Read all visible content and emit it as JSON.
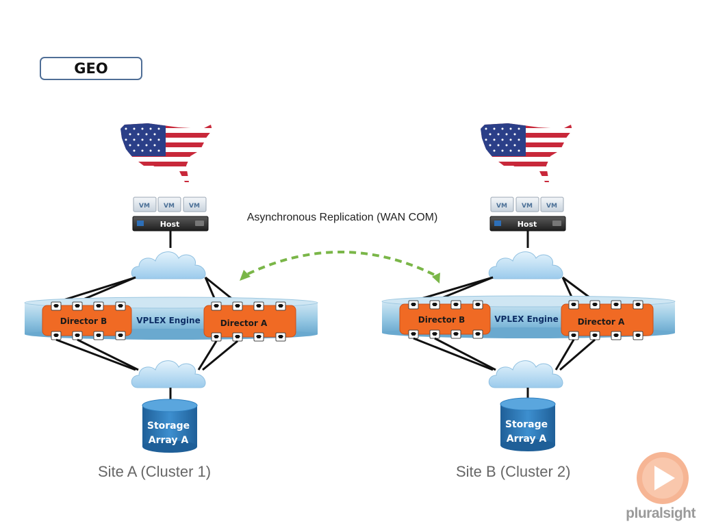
{
  "slide": {
    "title": "GEO",
    "replication_label": "Asynchronous Replication (WAN COM)",
    "brand": "pluralsight"
  },
  "sites": [
    {
      "label": "Site A (Cluster 1)",
      "vm_labels": [
        "VM",
        "VM",
        "VM"
      ],
      "host_label": "Host",
      "director_left": "Director B",
      "director_right": "Director A",
      "engine_label": "VPLEX Engine",
      "storage_line1": "Storage",
      "storage_line2": "Array A"
    },
    {
      "label": "Site B (Cluster 2)",
      "vm_labels": [
        "VM",
        "VM",
        "VM"
      ],
      "host_label": "Host",
      "director_left": "Director B",
      "director_right": "Director A",
      "engine_label": "VPLEX Engine",
      "storage_line1": "Storage",
      "storage_line2": "Array A"
    }
  ],
  "colors": {
    "director": "#f06a24",
    "engine": "#8fc3df",
    "cloud": "#bfe1f6",
    "storage": "#2e7fbf",
    "replication_arrow": "#7ab648",
    "flag_red": "#c8283a",
    "flag_blue": "#2b3f88"
  },
  "icons": [
    "usa-flag-map-icon",
    "vm-icon",
    "host-server-icon",
    "cloud-network-icon",
    "storage-cylinder-icon",
    "play-logo-icon"
  ]
}
